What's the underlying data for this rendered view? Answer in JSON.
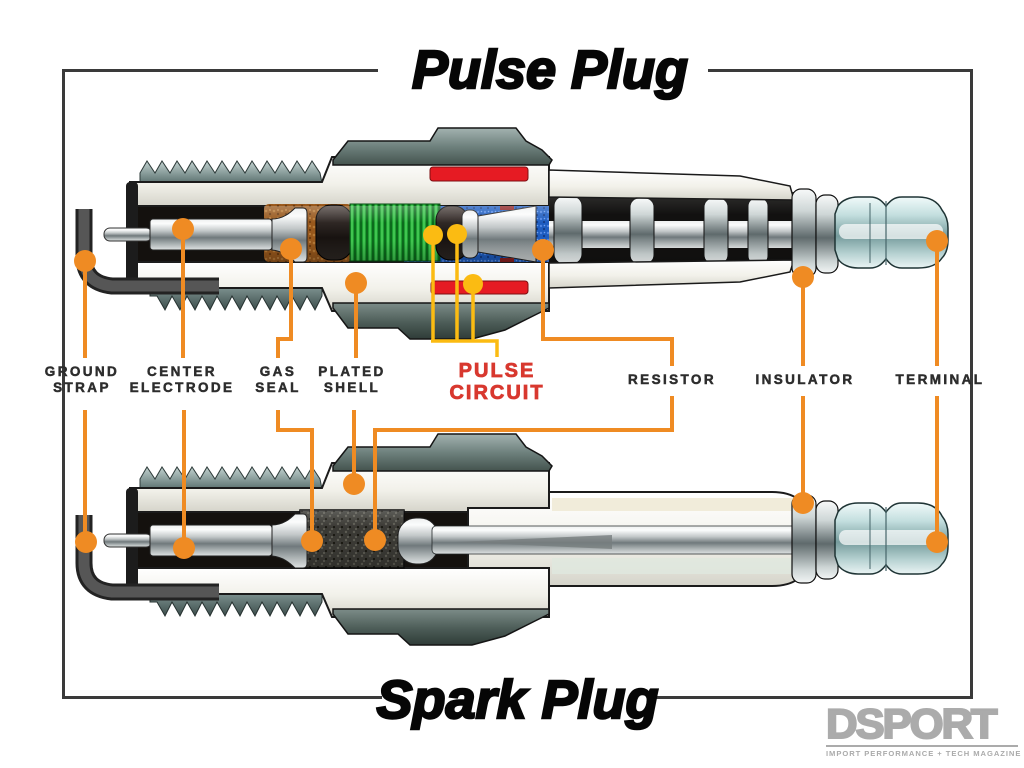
{
  "titles": {
    "top": "Pulse Plug",
    "bottom": "Spark Plug"
  },
  "labels": {
    "ground_strap": {
      "line1": "GROUND",
      "line2": "STRAP"
    },
    "center_electrode": {
      "line1": "CENTER",
      "line2": "ELECTRODE"
    },
    "gas_seal": {
      "line1": "GAS",
      "line2": "SEAL"
    },
    "plated_shell": {
      "line1": "PLATED",
      "line2": "SHELL"
    },
    "pulse_circuit": {
      "line1": "PULSE",
      "line2": "CIRCUIT"
    },
    "resistor": {
      "label": "RESISTOR"
    },
    "insulator": {
      "label": "INSULATOR"
    },
    "terminal": {
      "label": "TERMINAL"
    }
  },
  "logo": {
    "name": "DSPORT",
    "tagline": "IMPORT PERFORMANCE + TECH MAGAZINE"
  },
  "colors": {
    "orange": "#EF8B23",
    "yellow": "#FBBB12",
    "label_dark": "#2D2D2D",
    "pulse_red": "#D8382F",
    "red_strip": "#E61B23",
    "frame_dark": "#3A3A3A",
    "logo_gray": "#ABABAB",
    "coil_green": "#1E9E31",
    "circuit_blue": "#1D5CC0",
    "seal_copper": "#98581C"
  }
}
